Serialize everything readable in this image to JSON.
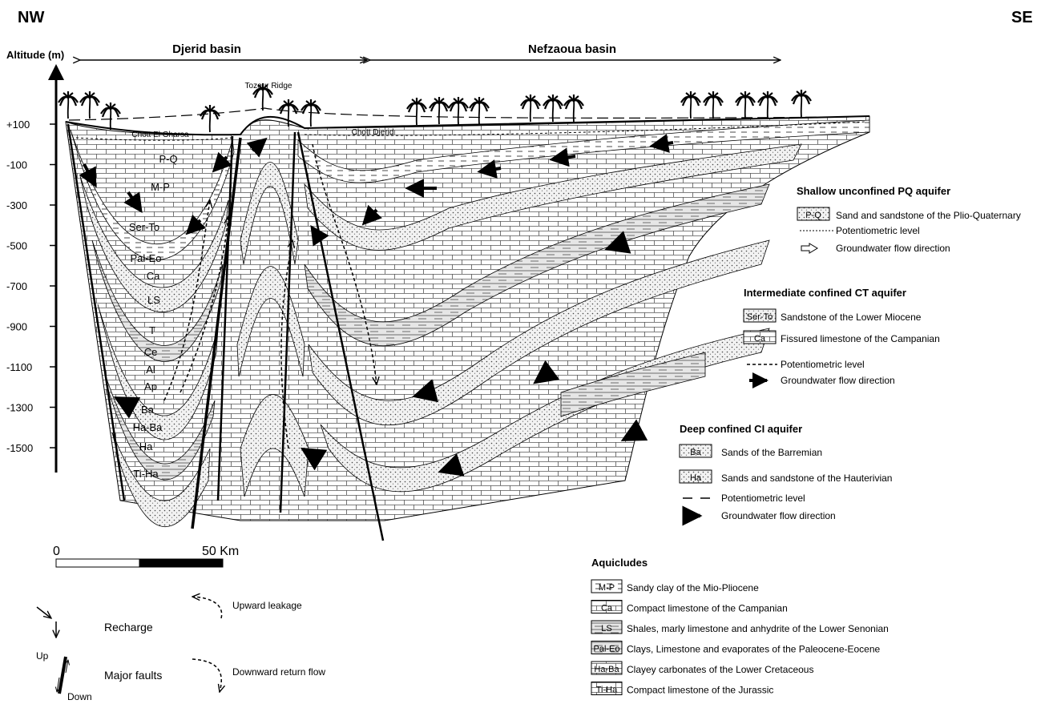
{
  "header": {
    "left_direction": "NW",
    "right_direction": "SE",
    "altitude_label": "Altitude (m)",
    "basin_left": "Djerid basin",
    "basin_right": "Nefzaoua basin",
    "ridge_label": "Tozeur Ridge",
    "chott_left": "Chott El Gharsa",
    "chott_right": "Chott Djerid"
  },
  "axis": {
    "ticks": [
      "+100",
      "-100",
      "-300",
      "-500",
      "-700",
      "-900",
      "-1100",
      "-1300",
      "-1500"
    ]
  },
  "section_layers": [
    "P-Q",
    "M-P",
    "Ser-To",
    "Pal-Eo",
    "Ca",
    "LS",
    "T",
    "Ce",
    "Al",
    "Ap",
    "Ba",
    "Ha-Ba",
    "Ha",
    "Ti-Ha"
  ],
  "scale_bar": {
    "start": "0",
    "end": "50 Km"
  },
  "legend": {
    "pq": {
      "title": "Shallow unconfined PQ aquifer",
      "items": [
        {
          "code": "P-Q",
          "text": "Sand and sandstone of the Plio-Quaternary"
        },
        {
          "code": "",
          "text": "Potentiometric level"
        },
        {
          "code": "",
          "text": "Groundwater flow direction"
        }
      ]
    },
    "ct": {
      "title": "Intermediate confined CT aquifer",
      "items": [
        {
          "code": "Ser-To",
          "text": "Sandstone of the Lower Miocene"
        },
        {
          "code": "Ca",
          "text": "Fissured limestone of the Campanian"
        },
        {
          "code": "",
          "text": "Potentiometric level"
        },
        {
          "code": "",
          "text": "Groundwater flow direction"
        }
      ]
    },
    "ci": {
      "title": "Deep confined CI aquifer",
      "items": [
        {
          "code": "Ba",
          "text": "Sands of the Barremian"
        },
        {
          "code": "Ha",
          "text": "Sands and sandstone of the Hauterivian"
        },
        {
          "code": "",
          "text": "Potentiometric level"
        },
        {
          "code": "",
          "text": "Groundwater flow direction"
        }
      ]
    },
    "aq": {
      "title": "Aquicludes",
      "items": [
        {
          "code": "M-P",
          "text": "Sandy clay of the Mio-Pliocene"
        },
        {
          "code": "Ca",
          "text": "Compact limestone of the Campanian"
        },
        {
          "code": "LS",
          "text": "Shales, marly limestone and anhydrite of the Lower Senonian"
        },
        {
          "code": "Pal-Eo",
          "text": "Clays, Limestone and evaporates of the Paleocene-Eocene"
        },
        {
          "code": "Ha-Ba",
          "text": "Clayey carbonates of the Lower Cretaceous"
        },
        {
          "code": "Ti-Ha",
          "text": "Compact limestone of the Jurassic"
        }
      ]
    }
  },
  "bottom_legend": {
    "recharge": "Recharge",
    "major_faults": "Major faults",
    "up": "Up",
    "down": "Down",
    "upward_leakage": "Upward leakage",
    "downward_return": "Downward return flow"
  }
}
